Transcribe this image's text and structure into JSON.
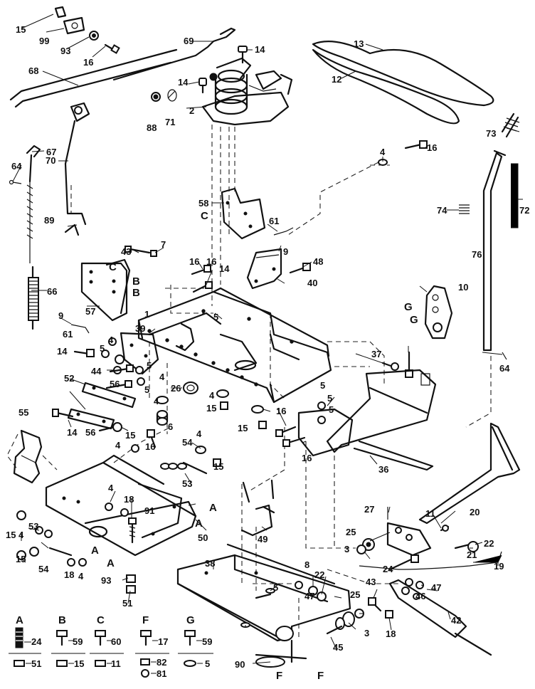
{
  "labels": [
    "15",
    "99",
    "93",
    "16",
    "69",
    "14",
    "68",
    "13",
    "12",
    "14",
    "88",
    "71",
    "2",
    "73",
    "4",
    "16",
    "67",
    "64",
    "70",
    "74",
    "72",
    "58",
    "C",
    "61",
    "9",
    "76",
    "89",
    "43",
    "7",
    "16",
    "14",
    "48",
    "40",
    "C",
    "B",
    "B",
    "10",
    "G",
    "G",
    "66",
    "9",
    "57",
    "1",
    "5",
    "61",
    "39",
    "16",
    "14",
    "5",
    "4",
    "4",
    "37",
    "44",
    "5",
    "52",
    "56",
    "5",
    "26",
    "4",
    "15",
    "5",
    "64",
    "4",
    "6",
    "15",
    "5",
    "55",
    "16",
    "5",
    "14",
    "56",
    "4",
    "15",
    "16",
    "54",
    "4",
    "16",
    "15",
    "53",
    "36",
    "18",
    "91",
    "A",
    "A",
    "4",
    "50",
    "49",
    "20",
    "27",
    "11",
    "25",
    "15",
    "4",
    "53",
    "A",
    "3",
    "21",
    "22",
    "54",
    "18",
    "4",
    "A",
    "24",
    "19",
    "15",
    "93",
    "38",
    "47",
    "8",
    "22",
    "43",
    "46",
    "47",
    "51",
    "5",
    "25",
    "3",
    "18",
    "42",
    "45",
    "90",
    "F",
    "F"
  ],
  "legend": [
    {
      "letter": "A",
      "top": "24",
      "bottom": "51"
    },
    {
      "letter": "B",
      "top": "59",
      "bottom": "15"
    },
    {
      "letter": "C",
      "top": "60",
      "bottom": "11"
    },
    {
      "letter": "F",
      "top": "17",
      "bottom": "82",
      "extra": "81"
    },
    {
      "letter": "G",
      "top": "59",
      "bottom": "5"
    }
  ]
}
